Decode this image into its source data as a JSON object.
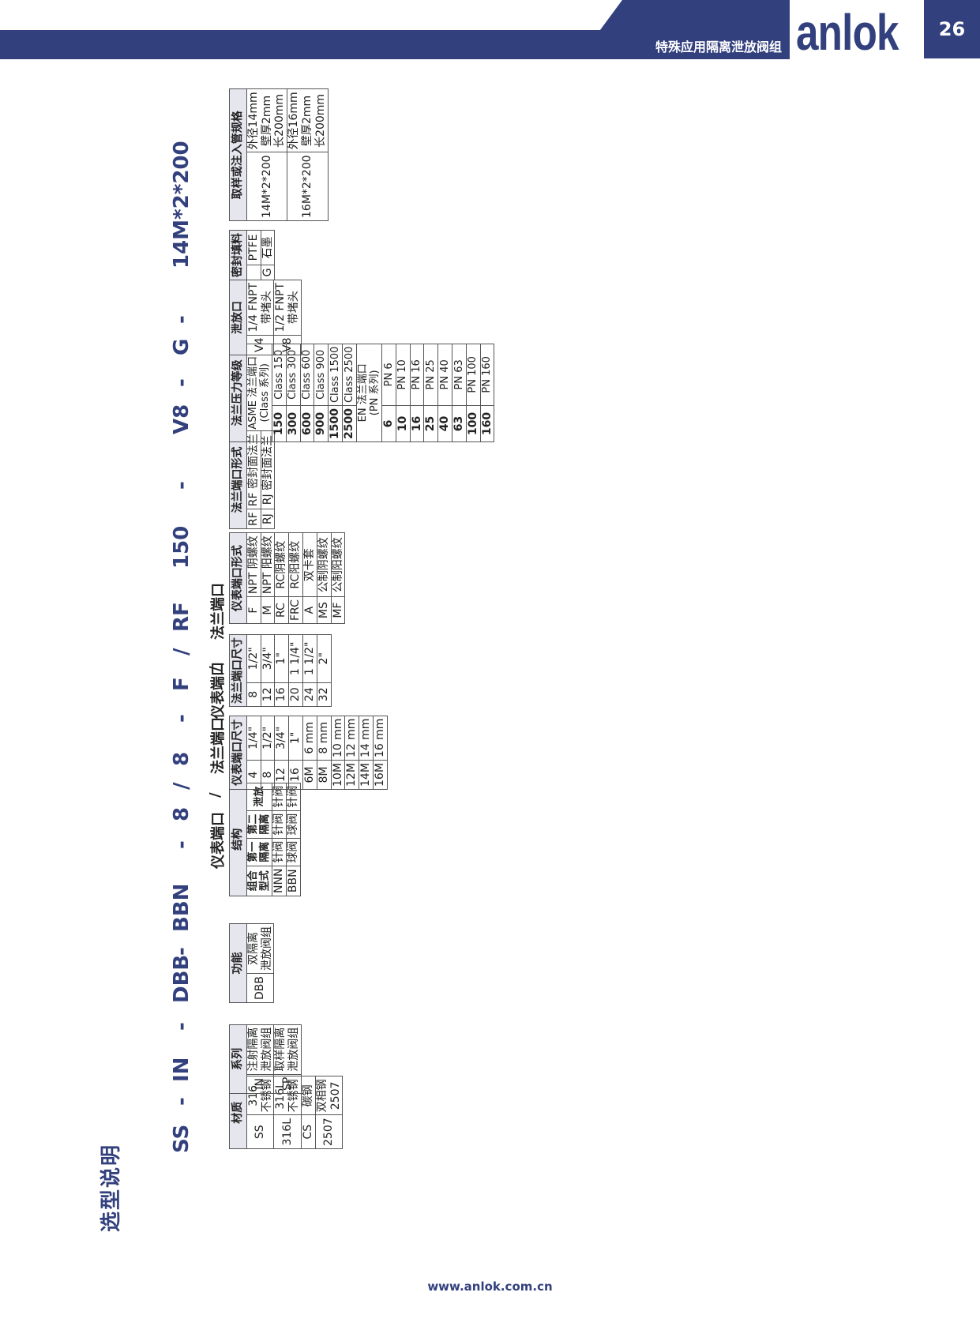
{
  "header": {
    "subtitle": "特殊应用隔离泄放阀组",
    "logo": "anlok",
    "page": "26"
  },
  "title": "选型说明",
  "code": [
    "SS",
    "-",
    "IN",
    "-",
    "DBB",
    "-",
    "BBN",
    "-",
    "8",
    "/",
    "8",
    "-",
    "F",
    "/",
    "RF",
    "150",
    "-",
    "V8",
    "-",
    "G",
    "-",
    "14M*2*200"
  ],
  "code_labels": [
    "仪表端口",
    "/",
    "法兰端口",
    "仪表端口",
    "/",
    "法兰端口"
  ],
  "tables": {
    "material": {
      "header": "材质",
      "rows": [
        [
          "SS",
          "316\n不锈钢"
        ],
        [
          "316L",
          "316L\n不锈钢"
        ],
        [
          "CS",
          "碳钢"
        ],
        [
          "2507",
          "双相钢\n2507"
        ]
      ]
    },
    "series": {
      "header": "系列",
      "rows": [
        [
          "IN",
          "注射隔离\n泄放阀组"
        ],
        [
          "SP",
          "取样隔离\n泄放阀组"
        ]
      ]
    },
    "function": {
      "header": "功能",
      "rows": [
        [
          "DBB",
          "双隔离\n泄放阀组"
        ]
      ]
    },
    "structure": {
      "header": "结构",
      "cols": [
        "组合\n型式",
        "第一\n隔离",
        "第二\n隔离",
        "泄放"
      ],
      "rows": [
        [
          "NNN",
          "针阀",
          "针阀",
          "针阀"
        ],
        [
          "BBN",
          "球阀",
          "球阀",
          "针阀"
        ]
      ]
    },
    "inst_size": {
      "header": "仪表端口尺寸",
      "rows": [
        [
          "4",
          "1/4\""
        ],
        [
          "8",
          "1/2\""
        ],
        [
          "12",
          "3/4\""
        ],
        [
          "16",
          "1\""
        ],
        [
          "6M",
          "6 mm"
        ],
        [
          "8M",
          "8 mm"
        ],
        [
          "10M",
          "10 mm"
        ],
        [
          "12M",
          "12 mm"
        ],
        [
          "14M",
          "14 mm"
        ],
        [
          "16M",
          "16 mm"
        ]
      ]
    },
    "flange_size": {
      "header": "法兰端口尺寸",
      "rows": [
        [
          "8",
          "1/2\""
        ],
        [
          "12",
          "3/4\""
        ],
        [
          "16",
          "1\""
        ],
        [
          "20",
          "1 1/4\""
        ],
        [
          "24",
          "1 1/2\""
        ],
        [
          "32",
          "2\""
        ]
      ]
    },
    "inst_form": {
      "header": "仪表端口形式",
      "rows": [
        [
          "F",
          "NPT 阴螺纹"
        ],
        [
          "M",
          "NPT 阳螺纹"
        ],
        [
          "RC",
          "RC阴螺纹"
        ],
        [
          "FRC",
          "RC阳螺纹"
        ],
        [
          "A",
          "双卡套"
        ],
        [
          "MS",
          "公制阴螺纹"
        ],
        [
          "MF",
          "公制阳螺纹"
        ]
      ]
    },
    "flange_form": {
      "header": "法兰端口形式",
      "rows": [
        [
          "RF",
          "RF 密封面法兰"
        ],
        [
          "RJ",
          "RJ 密封面法兰"
        ]
      ]
    },
    "pressure": {
      "header": "法兰压力等级",
      "asme": "ASME 法兰端口\n(Class 系列)",
      "asme_rows": [
        [
          "150",
          "Class 150"
        ],
        [
          "300",
          "Class 300"
        ],
        [
          "600",
          "Class 600"
        ],
        [
          "900",
          "Class 900"
        ],
        [
          "1500",
          "Class 1500"
        ],
        [
          "2500",
          "Class 2500"
        ]
      ],
      "en": "EN 法兰端口\n(PN 系列)",
      "en_rows": [
        [
          "6",
          "PN 6"
        ],
        [
          "10",
          "PN 10"
        ],
        [
          "16",
          "PN 16"
        ],
        [
          "25",
          "PN 25"
        ],
        [
          "40",
          "PN 40"
        ],
        [
          "63",
          "PN 63"
        ],
        [
          "100",
          "PN 100"
        ],
        [
          "160",
          "PN 160"
        ]
      ]
    },
    "vent": {
      "header": "泄放口",
      "rows": [
        [
          "V4",
          "1/4 FNPT\n带堵头"
        ],
        [
          "V8",
          "1/2 FNPT\n带堵头"
        ]
      ]
    },
    "packing": {
      "header": "密封填料",
      "rows": [
        [
          "",
          "PTFE"
        ],
        [
          "G",
          "石墨"
        ]
      ]
    },
    "tube": {
      "header": "取样或注入管规格",
      "rows": [
        [
          "14M*2*200",
          "外径14mm\n壁厚2mm\n长200mm"
        ],
        [
          "16M*2*200",
          "外径16mm\n壁厚2mm\n长200mm"
        ]
      ]
    }
  },
  "footer": "www.anlok.com.cn"
}
